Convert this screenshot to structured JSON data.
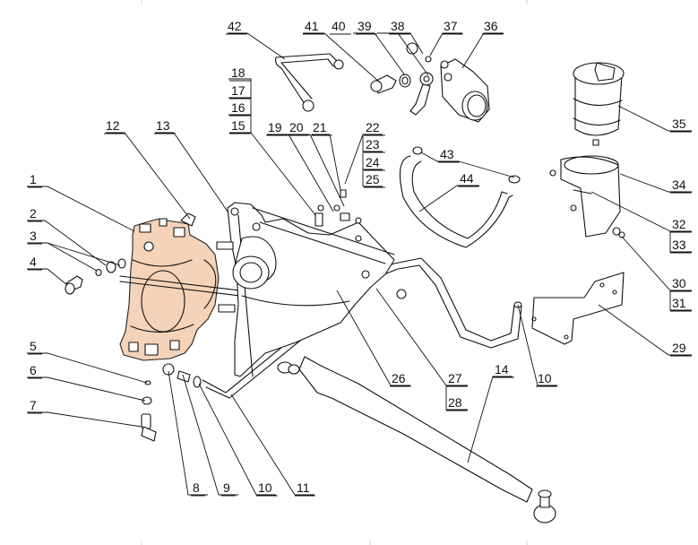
{
  "diagram": {
    "title": "Steering gear and power steering assembly — exploded view",
    "highlight_color": "#f5d3b8",
    "line_color": "#111111",
    "highlighted_part": "1",
    "callouts": [
      {
        "id": "c1",
        "text": "1"
      },
      {
        "id": "c2",
        "text": "2"
      },
      {
        "id": "c3",
        "text": "3"
      },
      {
        "id": "c4",
        "text": "4"
      },
      {
        "id": "c5",
        "text": "5"
      },
      {
        "id": "c6",
        "text": "6"
      },
      {
        "id": "c7",
        "text": "7"
      },
      {
        "id": "c8",
        "text": "8"
      },
      {
        "id": "c9",
        "text": "9"
      },
      {
        "id": "c10a",
        "text": "10"
      },
      {
        "id": "c11",
        "text": "11"
      },
      {
        "id": "c12",
        "text": "12"
      },
      {
        "id": "c13",
        "text": "13"
      },
      {
        "id": "c14",
        "text": "14"
      },
      {
        "id": "c15",
        "text": "15"
      },
      {
        "id": "c16",
        "text": "16"
      },
      {
        "id": "c17",
        "text": "17"
      },
      {
        "id": "c18",
        "text": "18"
      },
      {
        "id": "c19",
        "text": "19"
      },
      {
        "id": "c20",
        "text": "20"
      },
      {
        "id": "c21",
        "text": "21"
      },
      {
        "id": "c22",
        "text": "22"
      },
      {
        "id": "c23",
        "text": "23"
      },
      {
        "id": "c24",
        "text": "24"
      },
      {
        "id": "c25",
        "text": "25"
      },
      {
        "id": "c26",
        "text": "26"
      },
      {
        "id": "c27",
        "text": "27"
      },
      {
        "id": "c28",
        "text": "28"
      },
      {
        "id": "c29",
        "text": "29"
      },
      {
        "id": "c30",
        "text": "30"
      },
      {
        "id": "c31",
        "text": "31"
      },
      {
        "id": "c32",
        "text": "32"
      },
      {
        "id": "c33",
        "text": "33"
      },
      {
        "id": "c34",
        "text": "34"
      },
      {
        "id": "c35",
        "text": "35"
      },
      {
        "id": "c36",
        "text": "36"
      },
      {
        "id": "c37",
        "text": "37"
      },
      {
        "id": "c38",
        "text": "38"
      },
      {
        "id": "c39",
        "text": "39"
      },
      {
        "id": "c40",
        "text": "40"
      },
      {
        "id": "c41",
        "text": "41"
      },
      {
        "id": "c42",
        "text": "42"
      },
      {
        "id": "c43",
        "text": "43"
      },
      {
        "id": "c44",
        "text": "44"
      },
      {
        "id": "c10b",
        "text": "10"
      }
    ]
  }
}
